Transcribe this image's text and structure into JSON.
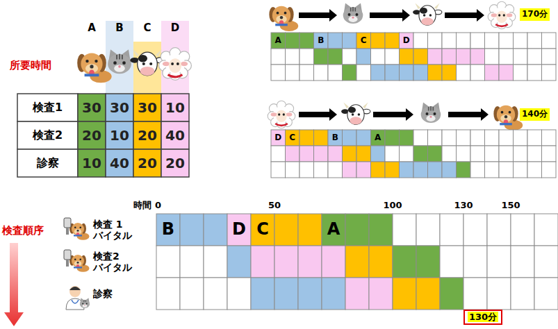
{
  "diagram": {
    "nodes": [
      {
        "text": [
          "130分"
        ]
      }
    ],
    "labels": [
      "A",
      "B",
      "C",
      "D",
      "所要時間",
      "検査1",
      "30",
      "30",
      "30",
      "10",
      "検査2",
      "20",
      "10",
      "20",
      "40",
      "診察",
      "10",
      "40",
      "20",
      "20",
      "170分",
      "A",
      "B",
      "C",
      "D",
      "140分",
      "D",
      "C",
      "B",
      "A",
      "検査順序",
      "時間 0",
      "50",
      "100",
      "130",
      "150",
      "検査 1 バイタル",
      "検査2 バイタル",
      "診察",
      "B",
      "D",
      "C",
      "A"
    ]
  }
}
